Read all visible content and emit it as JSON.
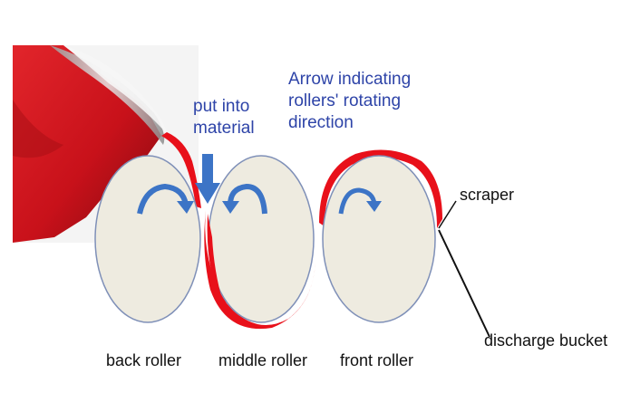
{
  "diagram": {
    "title_label": {
      "line1": "Arrow indicating",
      "line2": "rollers' rotating",
      "line3": "direction"
    },
    "feed_label": {
      "line1": "put into",
      "line2": "material"
    },
    "rollers": [
      {
        "name": "back roller",
        "label": "back roller"
      },
      {
        "name": "middle roller",
        "label": "middle roller"
      },
      {
        "name": "front roller",
        "label": "front roller"
      }
    ],
    "scraper_label": "scraper",
    "discharge_label": "discharge bucket",
    "colors": {
      "roller_fill": "#eeebe0",
      "roller_stroke": "#7f90b8",
      "material": "#e8101a",
      "arrow": "#3c74c6",
      "label_blue": "#2e44a8",
      "label_black": "#111111",
      "bucket": "#c8111a"
    }
  }
}
